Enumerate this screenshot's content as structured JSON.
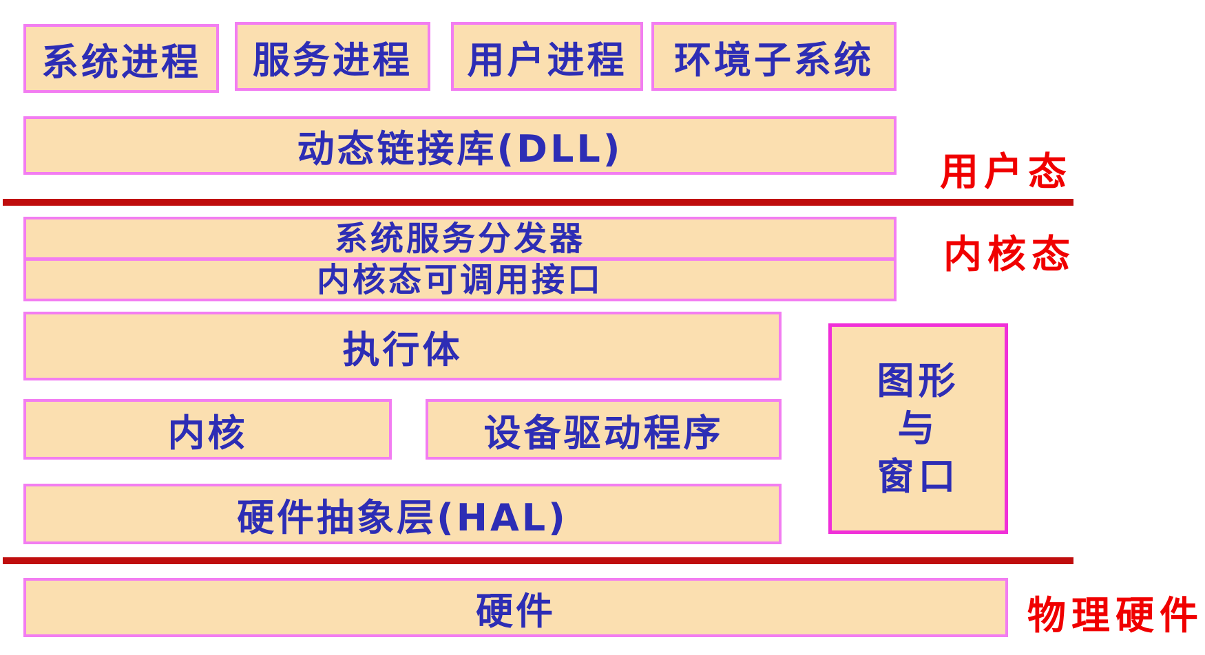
{
  "boxes": {
    "system_process": "系统进程",
    "service_process": "服务进程",
    "user_process": "用户进程",
    "environment_subsystem": "环境子系统",
    "dll": "动态链接库(DLL)",
    "system_service_dispatcher": "系统服务分发器",
    "kernel_callable_interface": "内核态可调用接口",
    "executive": "执行体",
    "kernel": "内核",
    "device_drivers": "设备驱动程序",
    "hal": "硬件抽象层(HAL)",
    "graphics_window": [
      "图形",
      "与",
      "窗口"
    ],
    "hardware": "硬件"
  },
  "labels": {
    "user_mode": "用户态",
    "kernel_mode": "内核态",
    "physical_hardware": "物理硬件"
  },
  "colors": {
    "box_fill": "#fbdfb0",
    "box_border": "#f27df1",
    "box_text": "#2d2db5",
    "divider": "#bf0d0d",
    "zone_label": "#f00000"
  }
}
